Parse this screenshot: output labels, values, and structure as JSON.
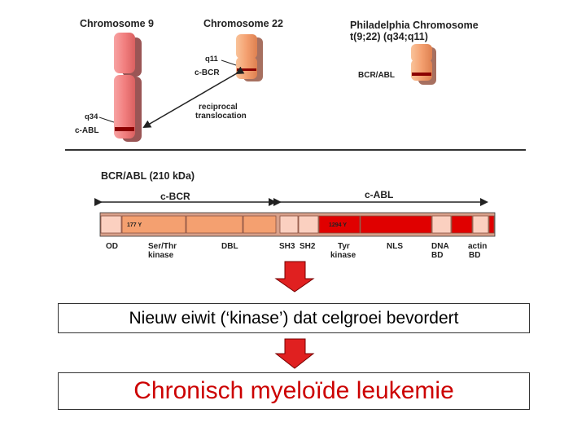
{
  "figure": {
    "chromosomes": {
      "chr9_title": "Chromosome 9",
      "chr22_title": "Chromosome 22",
      "ph_title": "Philadelphia Chromosome",
      "ph_subtitle": "t(9;22) (q34;q11)",
      "q34": "q34",
      "c_abl": "c-ABL",
      "q11": "q11",
      "c_bcr": "c-BCR",
      "reciprocal": "reciprocal",
      "translocation": "translocation",
      "bcr_abl": "BCR/ABL"
    },
    "protein": {
      "title": "BCR/ABL (210 kDa)",
      "cbcr": "c-BCR",
      "cabl": "c-ABL",
      "tyr177": "177 Y",
      "tyr1294": "1294 Y",
      "domains": {
        "od": "OD",
        "ser_thr_1": "Ser/Thr",
        "ser_thr_2": "kinase",
        "dbl": "DBL",
        "sh3": "SH3",
        "sh2": "SH2",
        "tyr_1": "Tyr",
        "tyr_2": "kinase",
        "nls": "NLS",
        "dna_1": "DNA",
        "dna_2": "BD",
        "actin_1": "actin",
        "actin_2": "BD"
      }
    }
  },
  "flow": {
    "box1": "Nieuw eiwit (‘kinase’) dat celgroei bevordert",
    "box2": "Chronisch myeloïde leukemie"
  },
  "colors": {
    "accent_red": "#cc0000",
    "arrow_red": "#e02020",
    "pink": "#f08080",
    "salmon": "#f4a070",
    "red": "#e00000"
  }
}
